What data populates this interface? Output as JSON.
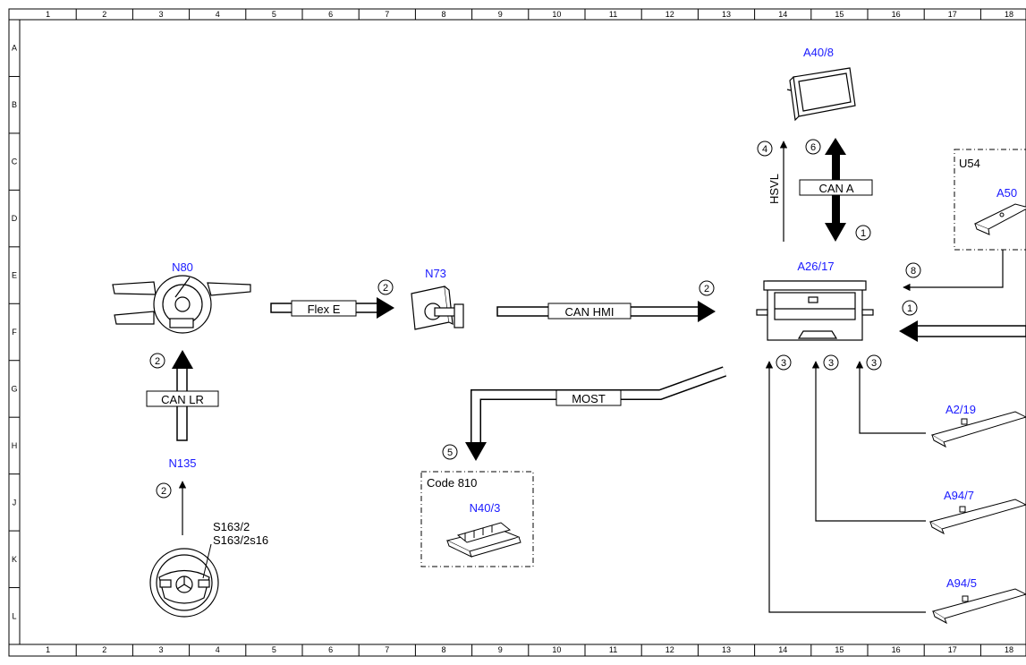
{
  "grid": {
    "columns": [
      "1",
      "2",
      "3",
      "4",
      "5",
      "6",
      "7",
      "8",
      "9",
      "10",
      "11",
      "12",
      "13",
      "14",
      "15",
      "16",
      "17",
      "18"
    ],
    "rows": [
      "A",
      "B",
      "C",
      "D",
      "E",
      "F",
      "G",
      "H",
      "J",
      "K",
      "L"
    ]
  },
  "components": {
    "a40_8": "A40/8",
    "n80": "N80",
    "n73": "N73",
    "a26_17": "A26/17",
    "n135": "N135",
    "n40_3": "N40/3",
    "a50": "A50",
    "a2_19": "A2/19",
    "a94_7": "A94/7",
    "a94_5": "A94/5",
    "s163": [
      "S163/2",
      "S163/2s16"
    ]
  },
  "groups": {
    "u54": "U54",
    "code810": "Code 810"
  },
  "buses": {
    "flex_e": "Flex E",
    "can_hmi": "CAN HMI",
    "can_lr": "CAN LR",
    "most": "MOST",
    "can_a": "CAN A",
    "hsvl": "HSVL"
  },
  "markers": {
    "m_4": "4",
    "m_6": "6",
    "m_1_top": "1",
    "m_8": "8",
    "m_1_mid": "1",
    "m_2_n73": "2",
    "m_2_hmi": "2",
    "m_2_n80": "2",
    "m_2_n135": "2",
    "m_5": "5",
    "m_3_a": "3",
    "m_3_b": "3",
    "m_3_c": "3"
  }
}
